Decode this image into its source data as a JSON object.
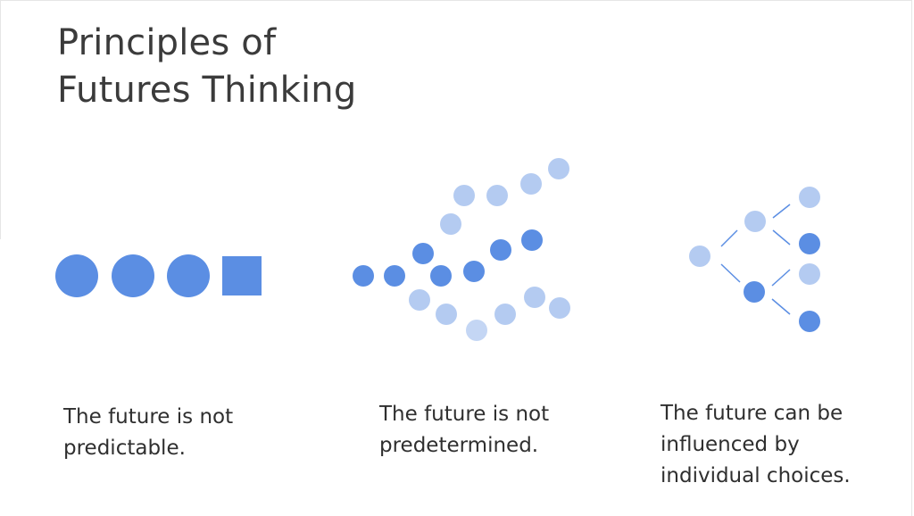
{
  "title": {
    "line1": "Principles of",
    "line2": "Futures Thinking"
  },
  "principles": [
    {
      "line1": "The future is not",
      "line2": "predictable."
    },
    {
      "line1": "The future is not",
      "line2": "predetermined."
    },
    {
      "line1": "The future can be",
      "line2": "influenced by",
      "line3": "individual choices."
    }
  ],
  "colors": {
    "dark_blue": "#5b8ee3",
    "light_blue": "#b4cbf1",
    "lighter_blue": "#c4d6f4",
    "text": "#2f2f2f",
    "title": "#3b3b3b"
  },
  "icons": [
    "predictable-sequence-icon",
    "branching-paths-icon",
    "decision-tree-icon"
  ]
}
